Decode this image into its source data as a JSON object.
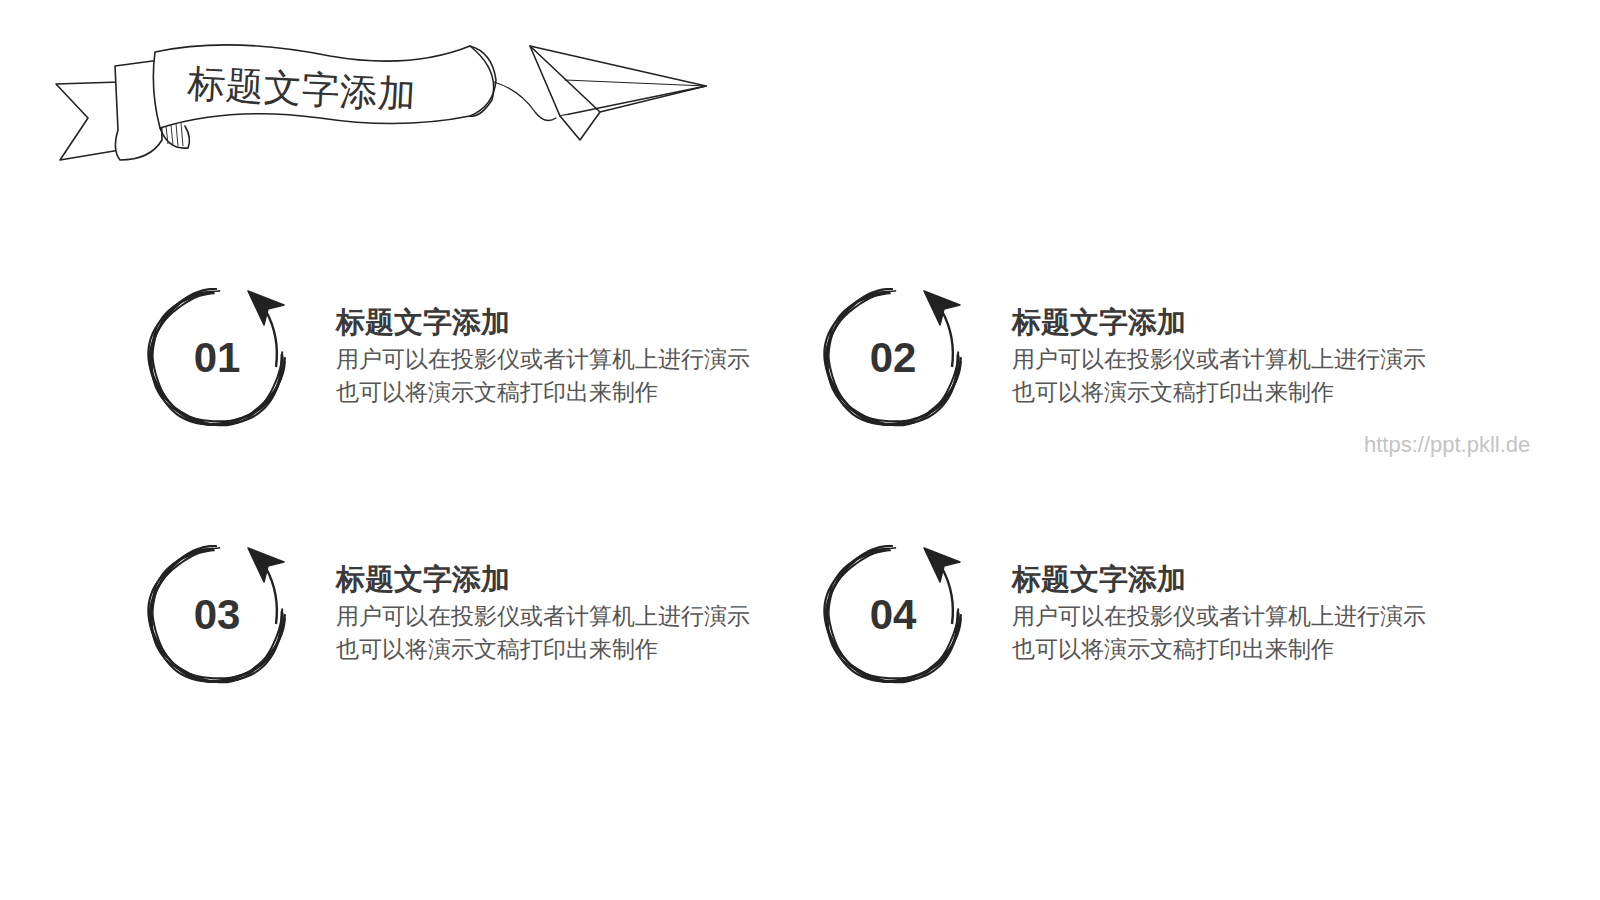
{
  "diagram": {
    "title": "标题文字添加",
    "nodes": [
      {
        "text": [
          "01",
          "标题文字添加",
          "用户可以在投影仪或者计算机上进行演示也可以将演示文稿打印出来制作"
        ]
      },
      {
        "text": [
          "02",
          "标题文字添加",
          "用户可以在投影仪或者计算机上进行演示也可以将演示文稿打印出来制作"
        ]
      },
      {
        "text": [
          "03",
          "标题文字添加",
          "用户可以在投影仪或者计算机上进行演示也可以将演示文稿打印出来制作"
        ]
      },
      {
        "text": [
          "04",
          "标题文字添加",
          "用户可以在投影仪或者计算机上进行演示也可以将演示文稿打印出来制作"
        ]
      }
    ],
    "labels": [
      "https://ppt.pkll.de"
    ]
  }
}
